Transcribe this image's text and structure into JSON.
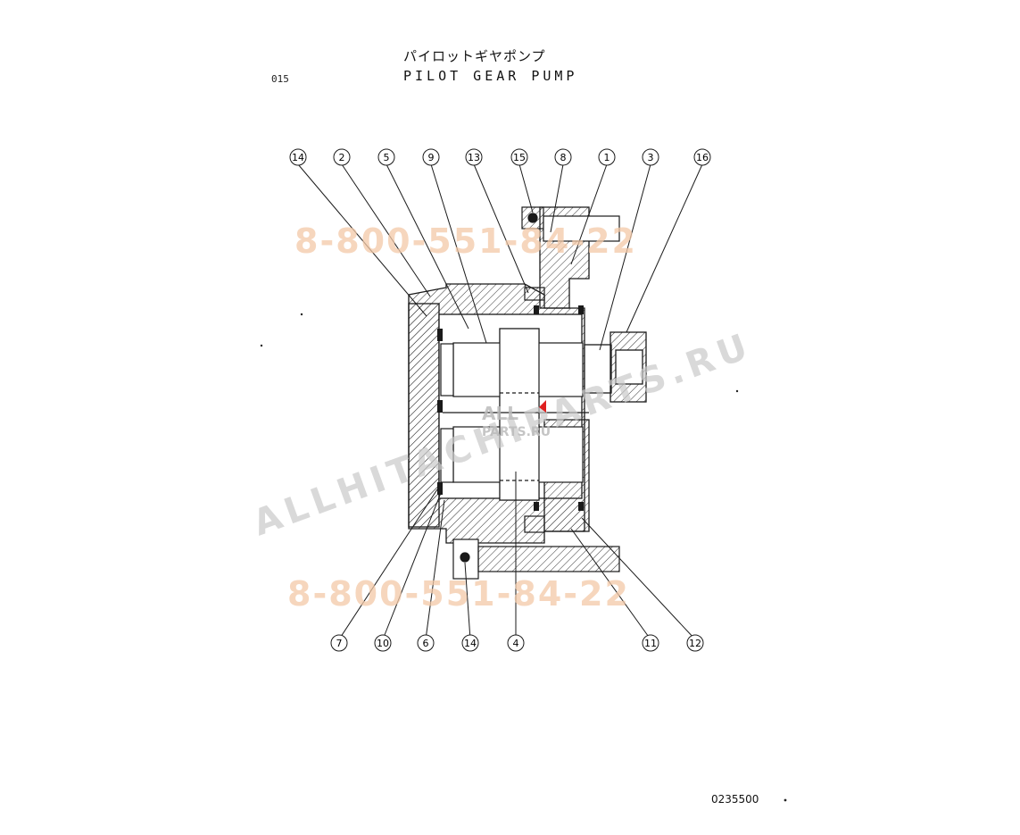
{
  "header": {
    "title_jp": "パイロットギヤポンプ",
    "title_en": "PILOT GEAR PUMP",
    "page_number": "015"
  },
  "footer": {
    "drawing_number": "0235500"
  },
  "callouts_top": [
    "14",
    "2",
    "5",
    "9",
    "13",
    "15",
    "8",
    "1",
    "3",
    "16"
  ],
  "callouts_bottom": [
    "7",
    "10",
    "6",
    "14",
    "4",
    "11",
    "12"
  ],
  "watermarks": {
    "phone_top": "8-800-551-84-22",
    "phone_bottom": "8-800-551-84-22",
    "site": "ALLHITACHIPARTS.RU",
    "logo_line1": "ALL",
    "logo_line2": "PARTS.RU"
  },
  "colors": {
    "line": "#1a1a1a",
    "watermark_phone": "#f3c9a8",
    "watermark_site": "#c9c9c9",
    "logo_accent": "#e02020"
  }
}
